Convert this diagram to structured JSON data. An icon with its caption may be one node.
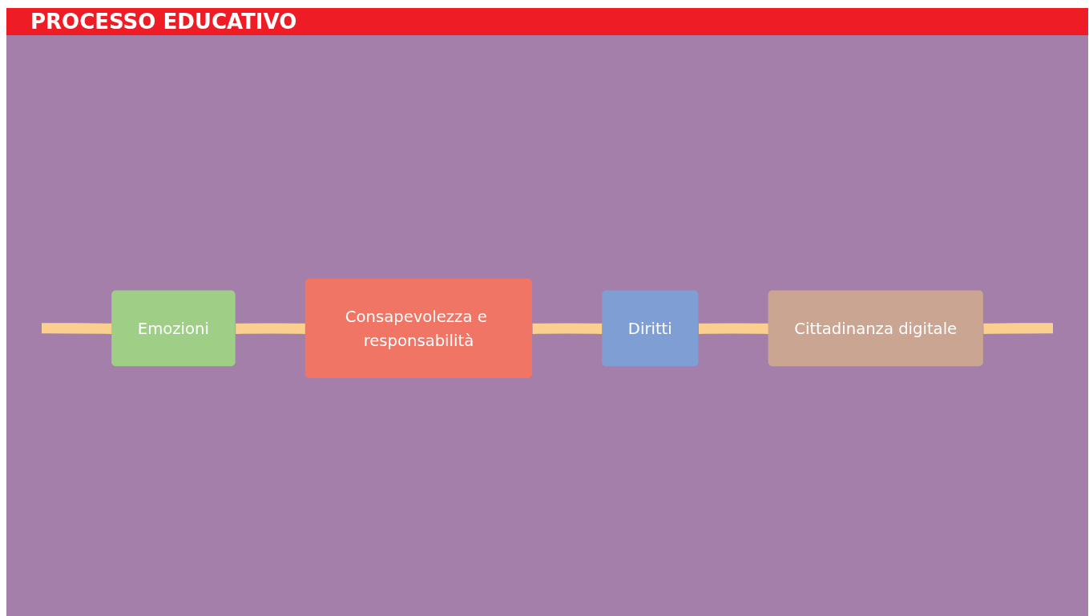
{
  "diagram": {
    "title": "PROCESSO EDUCATIVO",
    "nodes": [
      {
        "text": [
          "Emozioni"
        ]
      },
      {
        "text": [
          "Consapevolezza e responsabilità"
        ]
      },
      {
        "text": [
          "Diritti"
        ]
      },
      {
        "text": [
          "Cittadinanza digitale"
        ]
      }
    ],
    "edges": [
      {
        "from": null,
        "to": 0,
        "arrow": "none"
      },
      {
        "from": 0,
        "to": 1,
        "arrow": "none"
      },
      {
        "from": 1,
        "to": 2,
        "arrow": "none"
      },
      {
        "from": 2,
        "to": 3,
        "arrow": "none"
      },
      {
        "from": 3,
        "to": null,
        "arrow": "none"
      }
    ]
  }
}
